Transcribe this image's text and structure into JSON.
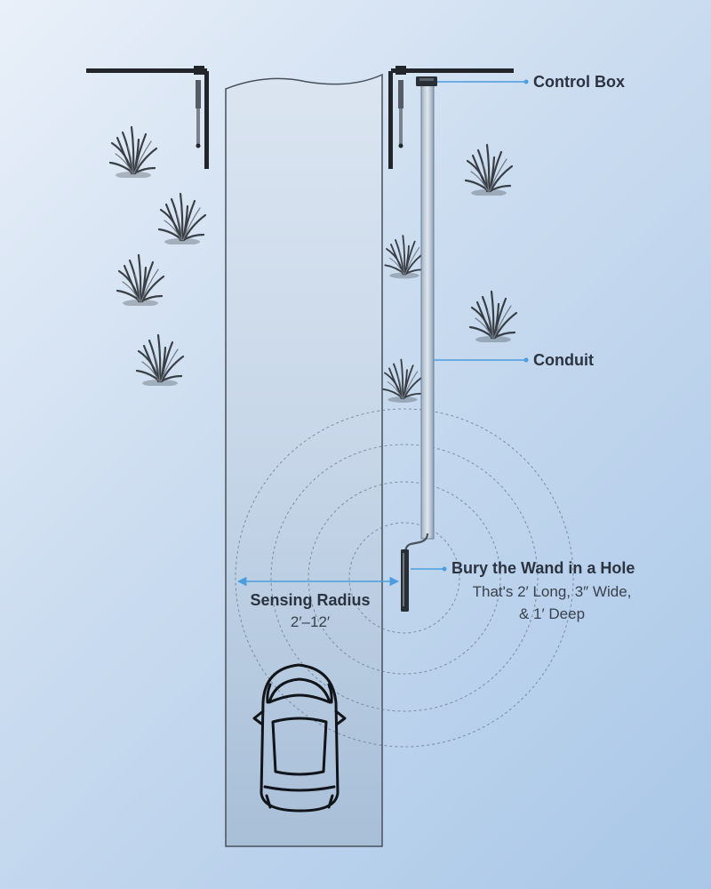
{
  "labels": {
    "control_box": "Control Box",
    "conduit": "Conduit",
    "wand_title": "Bury the Wand in a Hole",
    "wand_line1": "That's 2′ Long, 3″ Wide,",
    "wand_line2": "& 1′ Deep",
    "sensing_title": "Sensing Radius",
    "sensing_range": "2′–12′"
  },
  "colors": {
    "background_start": "#e9f0f9",
    "background_end": "#a9c7e8",
    "driveway": "#c2d3e6",
    "driveway_stroke": "#46505c",
    "leader_line": "#4a9ee0",
    "gate": "#22262b",
    "text": "#2c3340"
  }
}
